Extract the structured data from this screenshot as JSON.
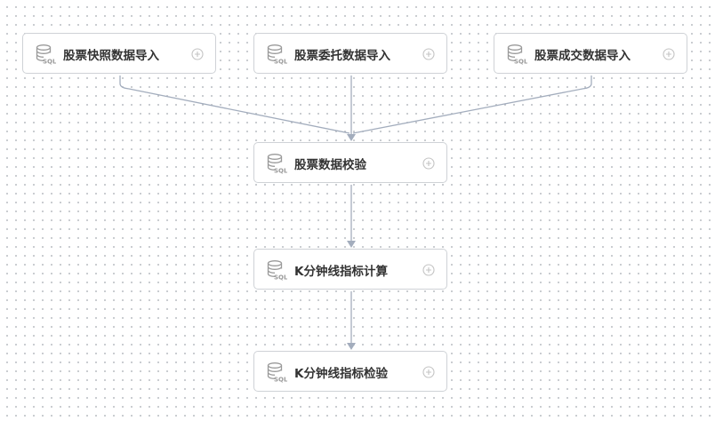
{
  "nodes": [
    {
      "label": "股票快照数据导入",
      "icon": "sql-database-icon"
    },
    {
      "label": "股票委托数据导入",
      "icon": "sql-database-icon"
    },
    {
      "label": "股票成交数据导入",
      "icon": "sql-database-icon"
    },
    {
      "label": "股票数据校验",
      "icon": "sql-database-icon"
    },
    {
      "label": "K分钟线指标计算",
      "icon": "sql-database-icon"
    },
    {
      "label": "K分钟线指标检验",
      "icon": "sql-database-icon"
    }
  ],
  "edges": [
    [
      "股票快照数据导入",
      "股票数据校验"
    ],
    [
      "股票委托数据导入",
      "股票数据校验"
    ],
    [
      "股票成交数据导入",
      "股票数据校验"
    ],
    [
      "股票数据校验",
      "K分钟线指标计算"
    ],
    [
      "K分钟线指标计算",
      "K分钟线指标检验"
    ]
  ],
  "colors": {
    "edge": "#a3adbd",
    "border": "#cfd2d6"
  }
}
